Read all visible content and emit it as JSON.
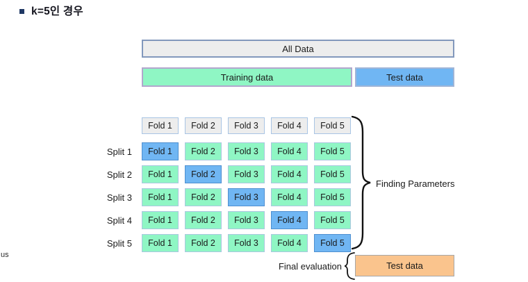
{
  "title": {
    "text": "k=5인 경우"
  },
  "top_bars": {
    "all_data": "All Data",
    "training": "Training data",
    "test": "Test data"
  },
  "fold_headers": [
    "Fold 1",
    "Fold 2",
    "Fold 3",
    "Fold 4",
    "Fold 5"
  ],
  "splits": [
    {
      "label": "Split 1",
      "folds": [
        "Fold 1",
        "Fold 2",
        "Fold 3",
        "Fold 4",
        "Fold 5"
      ],
      "highlight": 0
    },
    {
      "label": "Split 2",
      "folds": [
        "Fold 1",
        "Fold 2",
        "Fold 3",
        "Fold 4",
        "Fold 5"
      ],
      "highlight": 1
    },
    {
      "label": "Split 3",
      "folds": [
        "Fold 1",
        "Fold 2",
        "Fold 3",
        "Fold 4",
        "Fold 5"
      ],
      "highlight": 2
    },
    {
      "label": "Split 4",
      "folds": [
        "Fold 1",
        "Fold 2",
        "Fold 3",
        "Fold 4",
        "Fold 5"
      ],
      "highlight": 3
    },
    {
      "label": "Split 5",
      "folds": [
        "Fold 1",
        "Fold 2",
        "Fold 3",
        "Fold 4",
        "Fold 5"
      ],
      "highlight": 4
    }
  ],
  "annotations": {
    "finding_parameters": "Finding Parameters",
    "final_evaluation": "Final evaluation",
    "final_test": "Test data",
    "corner_fragment": "us"
  },
  "colors": {
    "green": "#8ff6c4",
    "blue": "#70b6f3",
    "gray": "#ededed",
    "orange": "#fac48d",
    "navy": "#1f3864"
  },
  "layout_hints": {
    "diagram_type": "k-fold cross-validation, k=5",
    "highlight_pattern": "diagonal test fold per split"
  }
}
